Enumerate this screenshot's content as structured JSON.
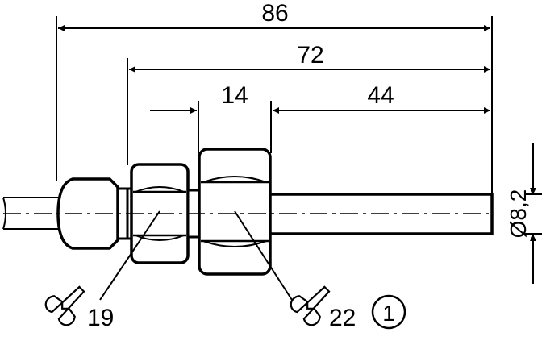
{
  "dimensions": {
    "overall_length": "86",
    "body_length": "72",
    "nut_width": "14",
    "probe_length": "44",
    "probe_diameter": "Ø8,2"
  },
  "wrench_sizes": {
    "small_nut": "19",
    "large_nut": "22"
  },
  "callout": {
    "number": "1"
  },
  "icons": [
    "wrench-icon",
    "wrench-icon"
  ]
}
